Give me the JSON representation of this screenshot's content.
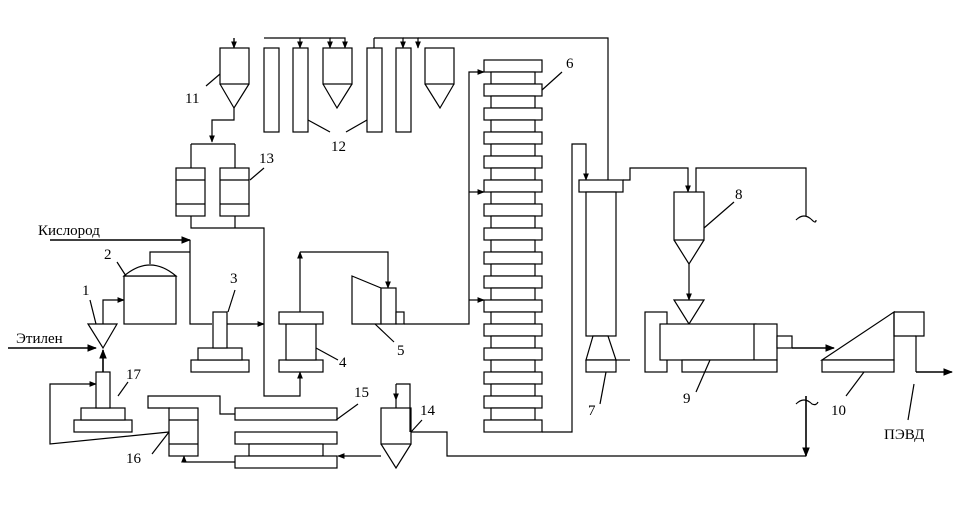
{
  "labels": {
    "oxygen": "Кислород",
    "ethylene": "Этилен",
    "product": "ПЭВД",
    "n1": "1",
    "n2": "2",
    "n3": "3",
    "n4": "4",
    "n5": "5",
    "n6": "6",
    "n7": "7",
    "n8": "8",
    "n9": "9",
    "n10": "10",
    "n11": "11",
    "n12": "12",
    "n13": "13",
    "n14": "14",
    "n15": "15",
    "n16": "16",
    "n17": "17"
  }
}
